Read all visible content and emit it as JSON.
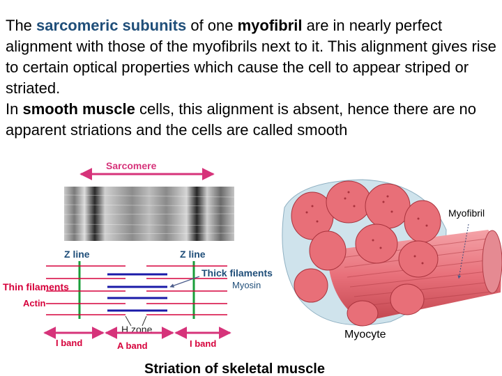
{
  "paragraph1": {
    "p1": "The ",
    "t1": "sarcomeric subunits",
    "p2": " of one ",
    "t2": "myofibril",
    "p3": " are in nearly perfect alignment with those of the myofibrils next to it. This alignment gives rise to certain optical properties which cause the cell to appear striped or striated."
  },
  "paragraph2": {
    "p1": "In ",
    "t1": "smooth muscle",
    "p2": " cells, this alignment is absent, hence there are no apparent striations and the cells are called smooth"
  },
  "diagram": {
    "sarcomere": "Sarcomere",
    "z_line_left": "Z line",
    "z_line_right": "Z line",
    "thick_filaments": "Thick filaments",
    "myosin": "Myosin",
    "thin_filaments": "Thin filaments",
    "actin": "Actin",
    "h_zone": "H zone",
    "i_band_left": "I band",
    "a_band": "A band",
    "i_band_right": "I band",
    "caption": "Striation of skeletal muscle"
  },
  "illustration": {
    "myofibril": "Myofibril",
    "myocyte": "Myocyte"
  },
  "colors": {
    "label_red": "#d6003b",
    "label_blue": "#1f4e79",
    "z_line_green": "#1a9e3a",
    "thick_blue": "#1a1aa8",
    "arrow_magenta": "#d6337a",
    "muscle_pink": "#e8707a"
  }
}
